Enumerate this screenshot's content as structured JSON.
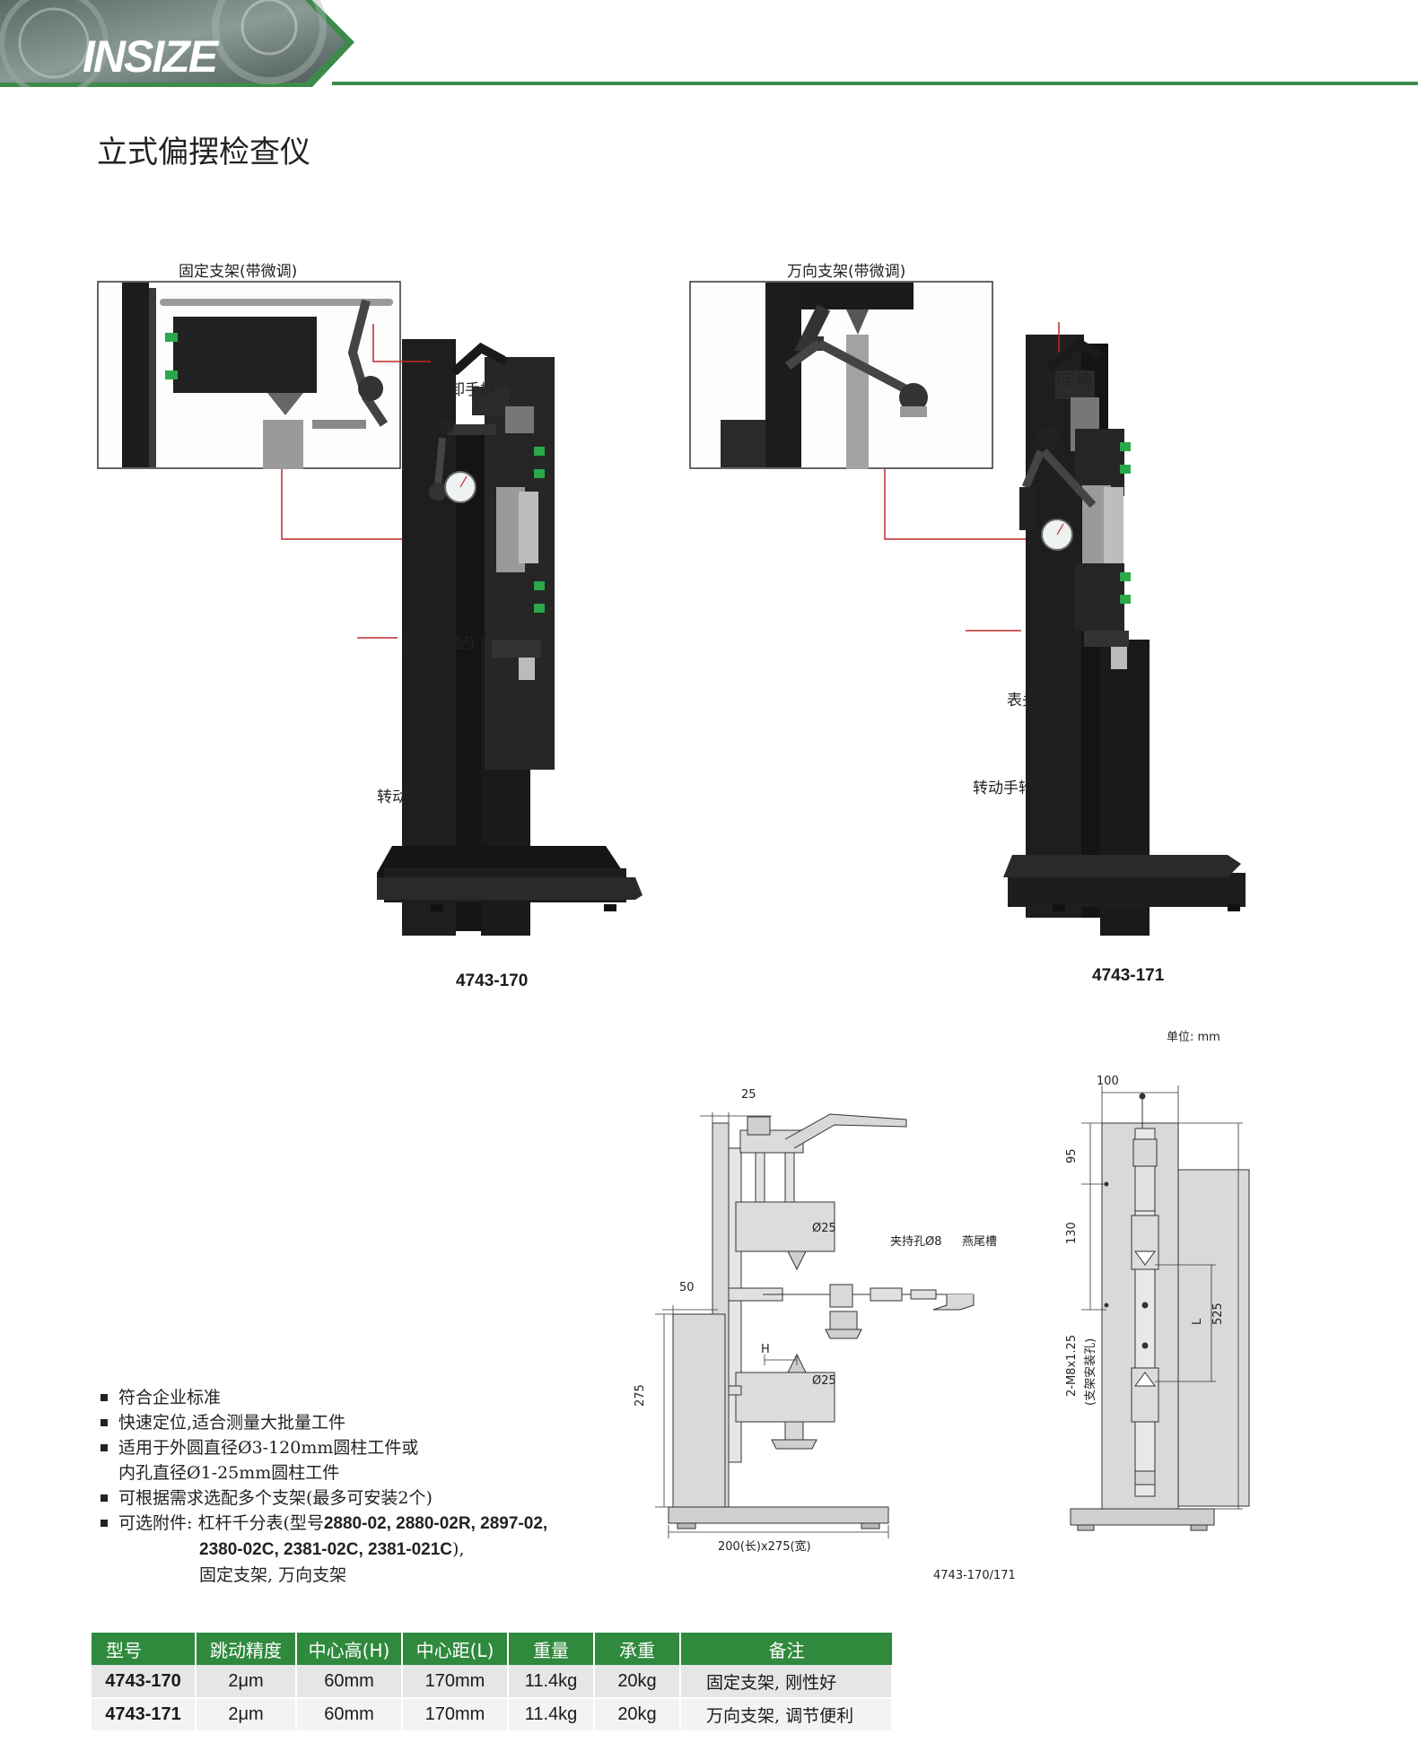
{
  "header": {
    "brand": "INSIZE",
    "accent_color": "#3d8a4a"
  },
  "page_title": "立式偏摆检查仪",
  "products": [
    {
      "model": "4743-170",
      "inset_caption": "固定支架(带微调)",
      "callouts": {
        "handle": "装卸手柄",
        "indicator": "表头(选配)",
        "wheel": "转动手轮"
      }
    },
    {
      "model": "4743-171",
      "inset_caption": "万向支架(带微调)",
      "callouts": {
        "handle": "装卸手柄",
        "indicator": "表头(选配)",
        "wheel": "转动手轮"
      }
    }
  ],
  "unit_note": "单位: mm",
  "drawing": {
    "dim_25": "25",
    "dim_50": "50",
    "dim_275": "275",
    "dim_100": "100",
    "dim_95": "95",
    "dim_130": "130",
    "dim_525": "525",
    "dim_L": "L",
    "dim_H": "H",
    "dia_top": "Ø25",
    "dia_bottom": "Ø25",
    "clamp_hole": "夹持孔Ø8",
    "dovetail": "燕尾槽",
    "base_size": "200(长)x275(宽)",
    "mount_holes_1": "2-M8x1.25",
    "mount_holes_2": "(支架安装孔)",
    "model_ref": "4743-170/171"
  },
  "features": {
    "f1": "符合企业标准",
    "f2": "快速定位,适合测量大批量工件",
    "f3a": "适用于外圆直径Ø3-120mm圆柱工件或",
    "f3b": "内孔直径Ø1-25mm圆柱工件",
    "f4": "可根据需求选配多个支架(最多可安装2个)",
    "f5_prefix": "可选附件: 杠杆千分表(型号",
    "f5_models_1": "2880-02, 2880-02R, 2897-02,",
    "f5_models_2": "2380-02C, 2381-02C, 2381-021C",
    "f5_models_2_suffix": "),",
    "f5_models_3": "固定支架, 万向支架"
  },
  "table": {
    "headers": [
      "型号",
      "跳动精度",
      "中心高(H)",
      "中心距(L)",
      "重量",
      "承重",
      "备注"
    ],
    "rows": [
      [
        "4743-170",
        "2μm",
        "60mm",
        "170mm",
        "11.4kg",
        "20kg",
        "固定支架, 刚性好"
      ],
      [
        "4743-171",
        "2μm",
        "60mm",
        "170mm",
        "11.4kg",
        "20kg",
        "万向支架, 调节便利"
      ]
    ]
  }
}
